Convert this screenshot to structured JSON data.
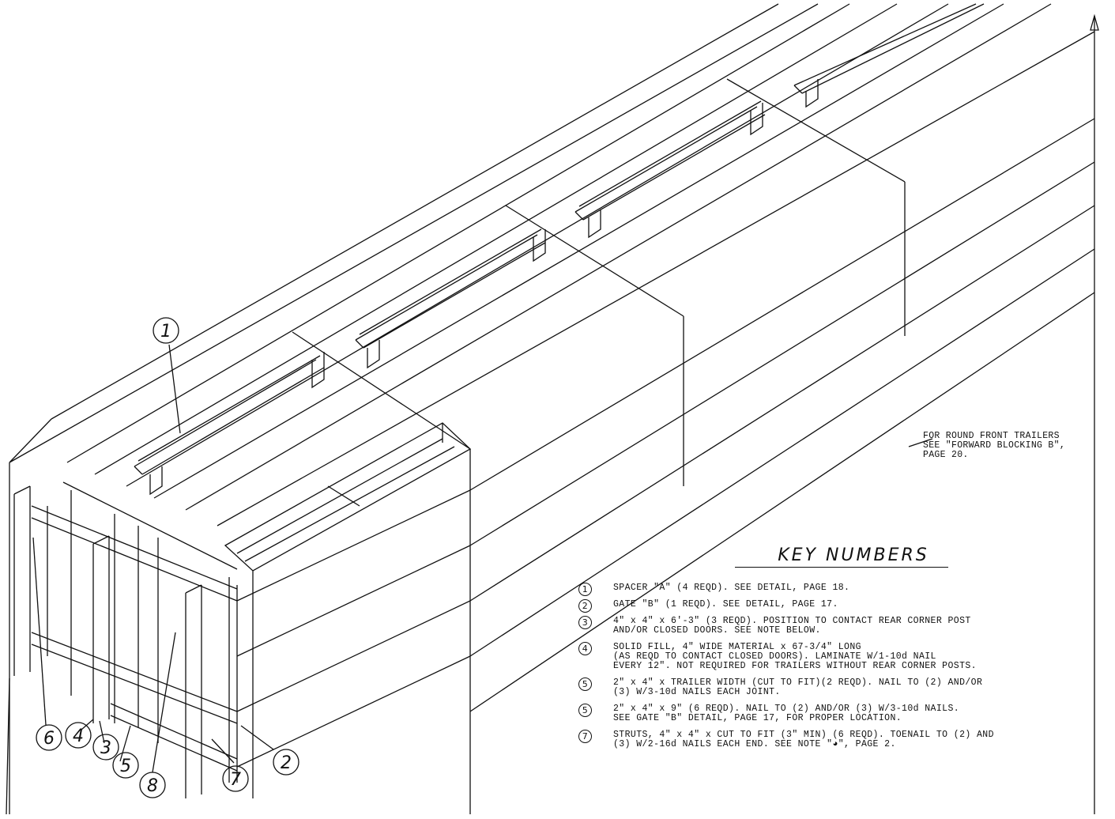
{
  "callouts": [
    "1",
    "2",
    "3",
    "4",
    "5",
    "6",
    "7",
    "8"
  ],
  "note": {
    "lines": [
      "FOR ROUND FRONT TRAILERS",
      "SEE \"FORWARD BLOCKING B\",",
      "PAGE 20."
    ]
  },
  "key": {
    "title": "KEY NUMBERS",
    "items": [
      {
        "num": "1",
        "lines": [
          "SPACER \"A\" (4 REQD).  SEE DETAIL, PAGE 18."
        ]
      },
      {
        "num": "2",
        "lines": [
          "GATE \"B\" (1 REQD).  SEE DETAIL, PAGE 17."
        ]
      },
      {
        "num": "3",
        "lines": [
          "4\" x 4\" x 6'-3\" (3 REQD).  POSITION TO CONTACT REAR CORNER POST",
          "AND/OR CLOSED DOORS.  SEE NOTE BELOW."
        ]
      },
      {
        "num": "4",
        "lines": [
          "SOLID FILL, 4\" WIDE MATERIAL x 67-3/4\" LONG",
          "(AS  REQD  TO CONTACT  CLOSED DOORS).  LAMINATE W/1-10d NAIL",
          "EVERY 12\".  NOT REQUIRED FOR TRAILERS WITHOUT REAR CORNER POSTS."
        ]
      },
      {
        "num": "5",
        "lines": [
          "2\" x 4\" x TRAILER WIDTH (CUT TO FIT)(2 REQD).  NAIL TO (2) AND/OR",
          "(3) W/3-10d NAILS EACH JOINT."
        ]
      },
      {
        "num": "5",
        "lines": [
          "2\" x 4\" x 9\" (6 REQD).  NAIL TO (2) AND/OR (3) W/3-10d NAILS.",
          "SEE GATE \"B\" DETAIL, PAGE 17, FOR PROPER LOCATION."
        ]
      },
      {
        "num": "7",
        "lines": [
          "STRUTS, 4\" x 4\" x CUT TO FIT (3\" MIN) (6 REQD).  TOENAIL TO (2) AND",
          "(3) W/2-16d NAILS EACH END.  SEE NOTE \"◕\", PAGE 2."
        ]
      }
    ]
  }
}
